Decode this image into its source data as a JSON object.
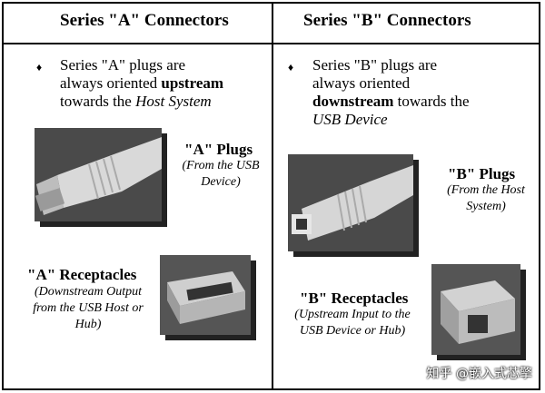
{
  "left": {
    "title": "Series \"A\" Connectors",
    "bullet_line1": "Series \"A\" plugs are",
    "bullet_line2_pre": "always oriented ",
    "bullet_line2_bold": "upstream",
    "bullet_line3_pre": "towards the ",
    "bullet_line3_italic": "Host System",
    "plug_title": "\"A\" Plugs",
    "plug_sub": "(From the USB Device)",
    "rec_title": "\"A\" Receptacles",
    "rec_sub": "(Downstream Output from the USB Host or Hub)"
  },
  "right": {
    "title": "Series \"B\" Connectors",
    "bullet_line1": "Series \"B\" plugs are",
    "bullet_line2": "always oriented",
    "bullet_line3_bold": "downstream",
    "bullet_line3_post": " towards the",
    "bullet_line4_italic": "USB Device",
    "plug_title": "\"B\" Plugs",
    "plug_sub": "(From the Host System)",
    "rec_title": "\"B\" Receptacles",
    "rec_sub": "(Upstream Input to the USB Device or Hub)"
  },
  "bullet_symbol": "♦",
  "watermark": "知乎 @嵌入式芯擎"
}
